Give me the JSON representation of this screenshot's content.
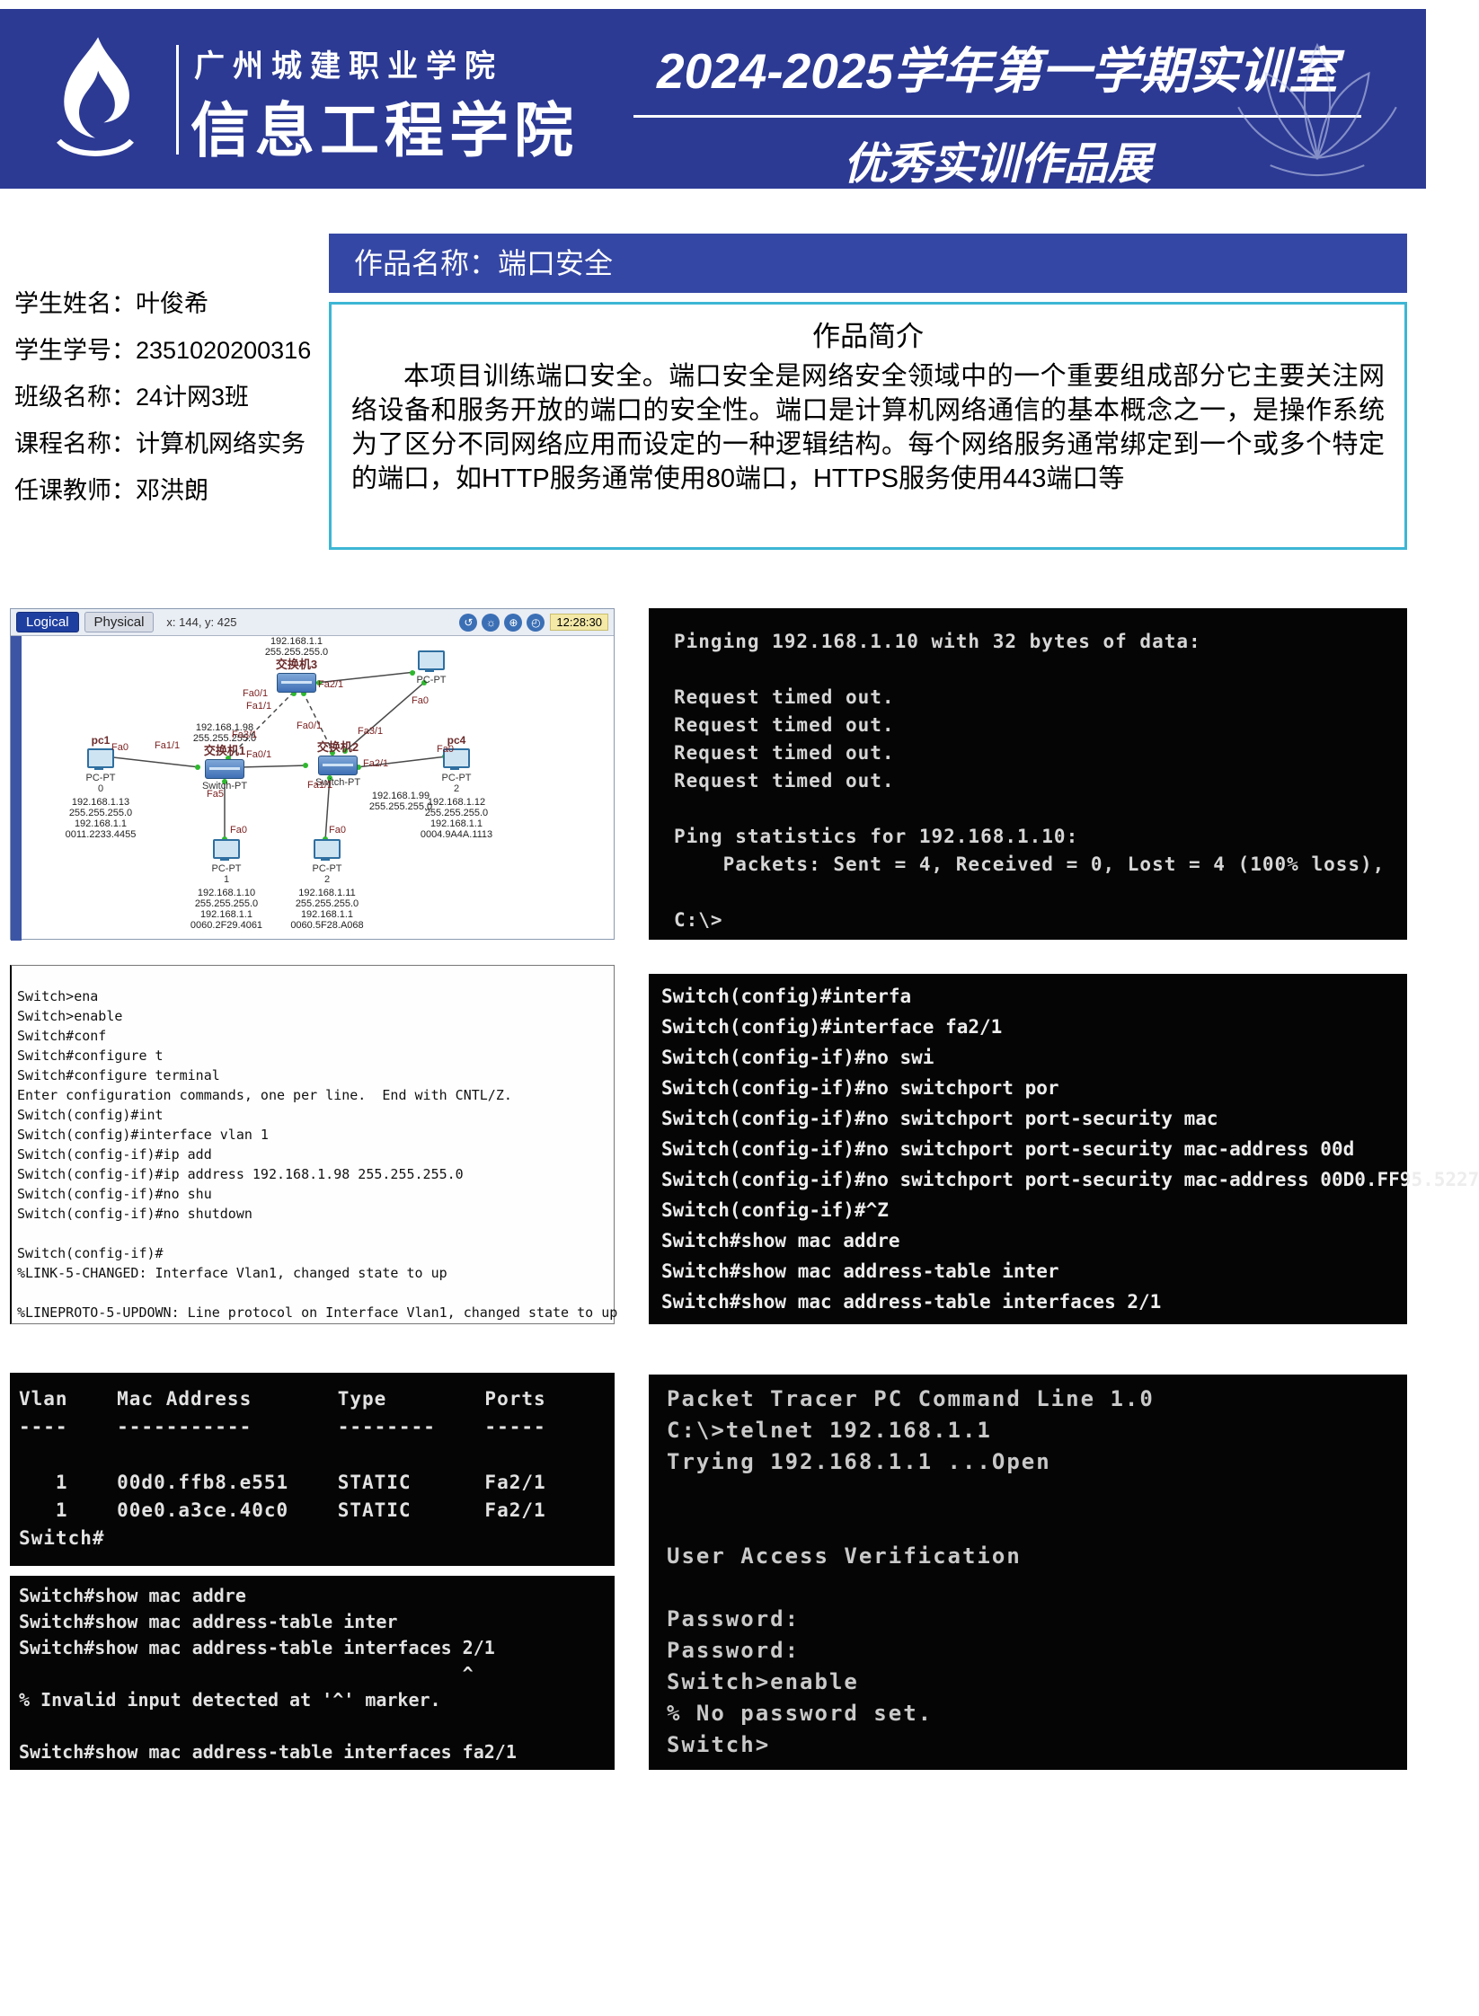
{
  "header": {
    "school_name": "广州城建职业学院",
    "college_name": "信息工程学院",
    "title_line1": "2024-2025学年第一学期实训室",
    "title_line2": "优秀实训作品展"
  },
  "student": {
    "fields": [
      {
        "label": "学生姓名：",
        "value": "叶俊希"
      },
      {
        "label": "学生学号：",
        "value": "2351020200316"
      },
      {
        "label": "班级名称：",
        "value": "24计网3班"
      },
      {
        "label": "课程名称：",
        "value": "计算机网络实务"
      },
      {
        "label": "任课教师：",
        "value": "邓洪朗"
      }
    ]
  },
  "work": {
    "title_label": "作品名称：端口安全",
    "intro_title": "作品简介",
    "intro_text": "本项目训练端口安全。端口安全是网络安全领域中的一个重要组成部分它主要关注网络设备和服务开放的端口的安全性。端口是计算机网络通信的基本概念之一，是操作系统为了区分不同网络应用而设定的一种逻辑结构。每个网络服务通常绑定到一个或多个特定的端口，如HTTP服务通常使用80端口，HTTPS服务使用443端口等"
  },
  "packet_tracer": {
    "tabs": [
      "Logical",
      "Physical"
    ],
    "coords_text": "x: 144, y: 425",
    "time_text": "12:28:30",
    "devices": [
      {
        "note": "192.168.1.1\n255.255.255.0",
        "name": "交换机3"
      },
      {
        "model": "PC-PT"
      },
      {
        "note": "192.168.1.98\n255.255.255.0",
        "name": "交换机1",
        "model": "Switch-PT"
      },
      {
        "note": "192.168.1.99\n255.255.255.0",
        "name": "交换机2",
        "model": "Switch-PT"
      },
      {
        "tag": "pc1",
        "model": "PC-PT",
        "num": "0",
        "info": "192.168.1.13\n255.255.255.0\n192.168.1.1\n0011.2233.4455"
      },
      {
        "model": "PC-PT",
        "num": "1",
        "info": "192.168.1.10\n255.255.255.0\n192.168.1.1\n0060.2F29.4061"
      },
      {
        "model": "PC-PT",
        "num": "2",
        "info": "192.168.1.11\n255.255.255.0\n192.168.1.1\n0060.5F28.A068"
      },
      {
        "tag": "pc4",
        "model": "PC-PT",
        "num": "2",
        "info": "192.168.1.12\n255.255.255.0\n192.168.1.1\n0004.9A4A.1113"
      }
    ],
    "port_labels": [
      "Fa0/1",
      "Fa2/1",
      "Fa1/1",
      "Fa0",
      "Fa3/1",
      "Fa0/1",
      "Fa1/1",
      "Fa0",
      "Fa5",
      "Fa0",
      "Fa0/1",
      "Fa3/1",
      "Fa2/1",
      "Fa1/1",
      "Fa0",
      "Fa0"
    ]
  },
  "terminals": {
    "ping": "Pinging 192.168.1.10 with 32 bytes of data:\n\nRequest timed out.\nRequest timed out.\nRequest timed out.\nRequest timed out.\n\nPing statistics for 192.168.1.10:\n    Packets: Sent = 4, Received = 0, Lost = 4 (100% loss),\n\nC:\\>",
    "switch_basic": "Switch>ena\nSwitch>enable\nSwitch#conf\nSwitch#configure t\nSwitch#configure terminal\nEnter configuration commands, one per line.  End with CNTL/Z.\nSwitch(config)#int\nSwitch(config)#interface vlan 1\nSwitch(config-if)#ip add\nSwitch(config-if)#ip address 192.168.1.98 255.255.255.0\nSwitch(config-if)#no shu\nSwitch(config-if)#no shutdown\n\nSwitch(config-if)#\n%LINK-5-CHANGED: Interface Vlan1, changed state to up\n\n%LINEPROTO-5-UPDOWN: Line protocol on Interface Vlan1, changed state to up",
    "port_security": "Switch(config)#interfa\nSwitch(config)#interface fa2/1\nSwitch(config-if)#no swi\nSwitch(config-if)#no switchport por\nSwitch(config-if)#no switchport port-security mac\nSwitch(config-if)#no switchport port-security mac-address 00d\nSwitch(config-if)#no switchport port-security mac-address 00D0.FF95.5227\nSwitch(config-if)#^Z\nSwitch#show mac addre\nSwitch#show mac address-table inter\nSwitch#show mac address-table interfaces 2/1",
    "mac_table": "Vlan    Mac Address       Type        Ports\n----    -----------       --------    -----\n\n   1    00d0.ffb8.e551    STATIC      Fa2/1\n   1    00e0.a3ce.40c0    STATIC      Fa2/1\nSwitch#",
    "invalid": "Switch#show mac addre\nSwitch#show mac address-table inter\nSwitch#show mac address-table interfaces 2/1\n                                         ^\n% Invalid input detected at '^' marker.\n\nSwitch#show mac address-table interfaces fa2/1",
    "telnet": "Packet Tracer PC Command Line 1.0\nC:\\>telnet 192.168.1.1\nTrying 192.168.1.1 ...Open\n\n\nUser Access Verification\n\nPassword: \nPassword: \nSwitch>enable\n% No password set.\nSwitch>"
  }
}
